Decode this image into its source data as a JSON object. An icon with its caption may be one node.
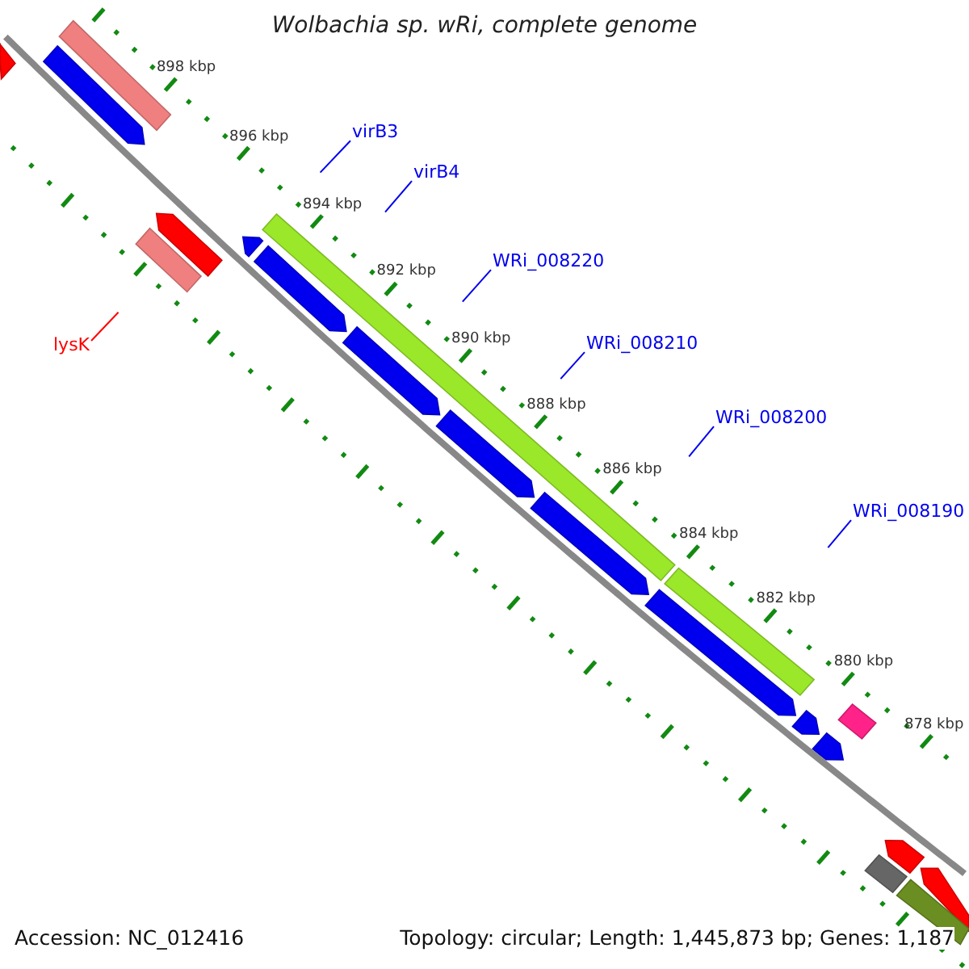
{
  "diagram": {
    "title": "Wolbachia sp. wRi, complete genome",
    "nodes": [
      {
        "text": [
          "virB3"
        ]
      },
      {
        "text": [
          "virB4"
        ]
      },
      {
        "text": [
          "WRi_008220"
        ]
      },
      {
        "text": [
          "WRi_008210"
        ]
      },
      {
        "text": [
          "WRi_008200"
        ]
      },
      {
        "text": [
          "WRi_008190"
        ]
      },
      {
        "text": [
          "lysK"
        ]
      }
    ],
    "edges": [
      {
        "from": 0,
        "to": null,
        "arrow": "none"
      },
      {
        "from": 1,
        "to": null,
        "arrow": "none"
      },
      {
        "from": 2,
        "to": null,
        "arrow": "none"
      },
      {
        "from": 3,
        "to": null,
        "arrow": "none"
      },
      {
        "from": 4,
        "to": null,
        "arrow": "none"
      },
      {
        "from": 5,
        "to": null,
        "arrow": "none"
      },
      {
        "from": 6,
        "to": null,
        "arrow": "none",
        "color": "#ff0000"
      }
    ],
    "labels": [
      "898 kbp",
      "896 kbp",
      "894 kbp",
      "892 kbp",
      "890 kbp",
      "888 kbp",
      "886 kbp",
      "884 kbp",
      "882 kbp",
      "880 kbp",
      "878 kbp",
      "Accession: NC_012416",
      "Topology: circular; Length: 1,445,873 bp; Genes: 1,187"
    ]
  }
}
